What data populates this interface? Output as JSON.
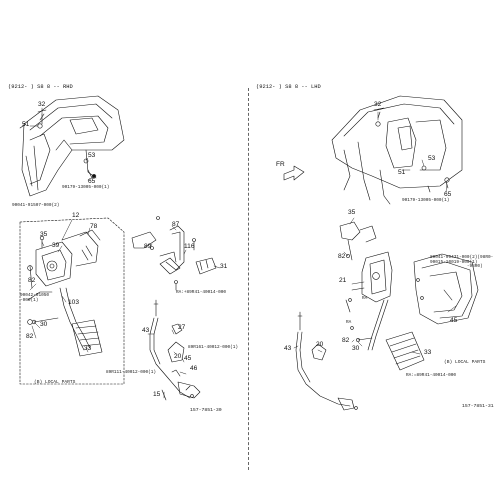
{
  "sections": {
    "rhd": {
      "header": "(9212-    ) S8 8 -- RHD",
      "figure_no": "157-7851-30",
      "local_parts": "(B) LOCAL PARTS",
      "callouts": {
        "n32": "32",
        "n51": "51",
        "n53": "53",
        "n65": "65",
        "n12": "12",
        "n35": "35",
        "n78": "78",
        "n39": "39",
        "n82a": "82",
        "n82b": "82",
        "n103": "103",
        "n30": "30",
        "n33": "33",
        "n87": "87",
        "n89": "89",
        "n116": "116",
        "n31": "31",
        "n43": "43",
        "n27": "27",
        "n20": "20",
        "n45": "45",
        "n46": "46",
        "n15": "15"
      },
      "codes": {
        "c1": "90179-13005-000(1)",
        "c2": "90041-91507-000(2)",
        "c3": "90042-01050\n-000(1)",
        "c4": "RA:+89R41-40014-000",
        "c5": "89R161-40012-000(1)",
        "c6": "89R111-40012-000(1)"
      }
    },
    "lhd": {
      "header": "(9212-    ) S8 8 -- LHD",
      "figure_no": "157-7851-31",
      "local_parts": "(B) LOCAL PARTS",
      "fr": "FR",
      "callouts": {
        "n32": "32",
        "n53": "53",
        "n51": "51",
        "n65": "65",
        "n35": "35",
        "n82a": "82",
        "n21": "21",
        "n45": "45",
        "n30": "30",
        "n82b": "82",
        "n33": "33",
        "n43": "43",
        "n20": "20"
      },
      "codes": {
        "c1": "90179-13005-000(1)",
        "c2": "89041-90431-000(2)(98R0-\n90015-10019-000(1)\n              -98R0)",
        "c3": "RA:=89R41-40014-000"
      },
      "ra": "RA"
    }
  }
}
